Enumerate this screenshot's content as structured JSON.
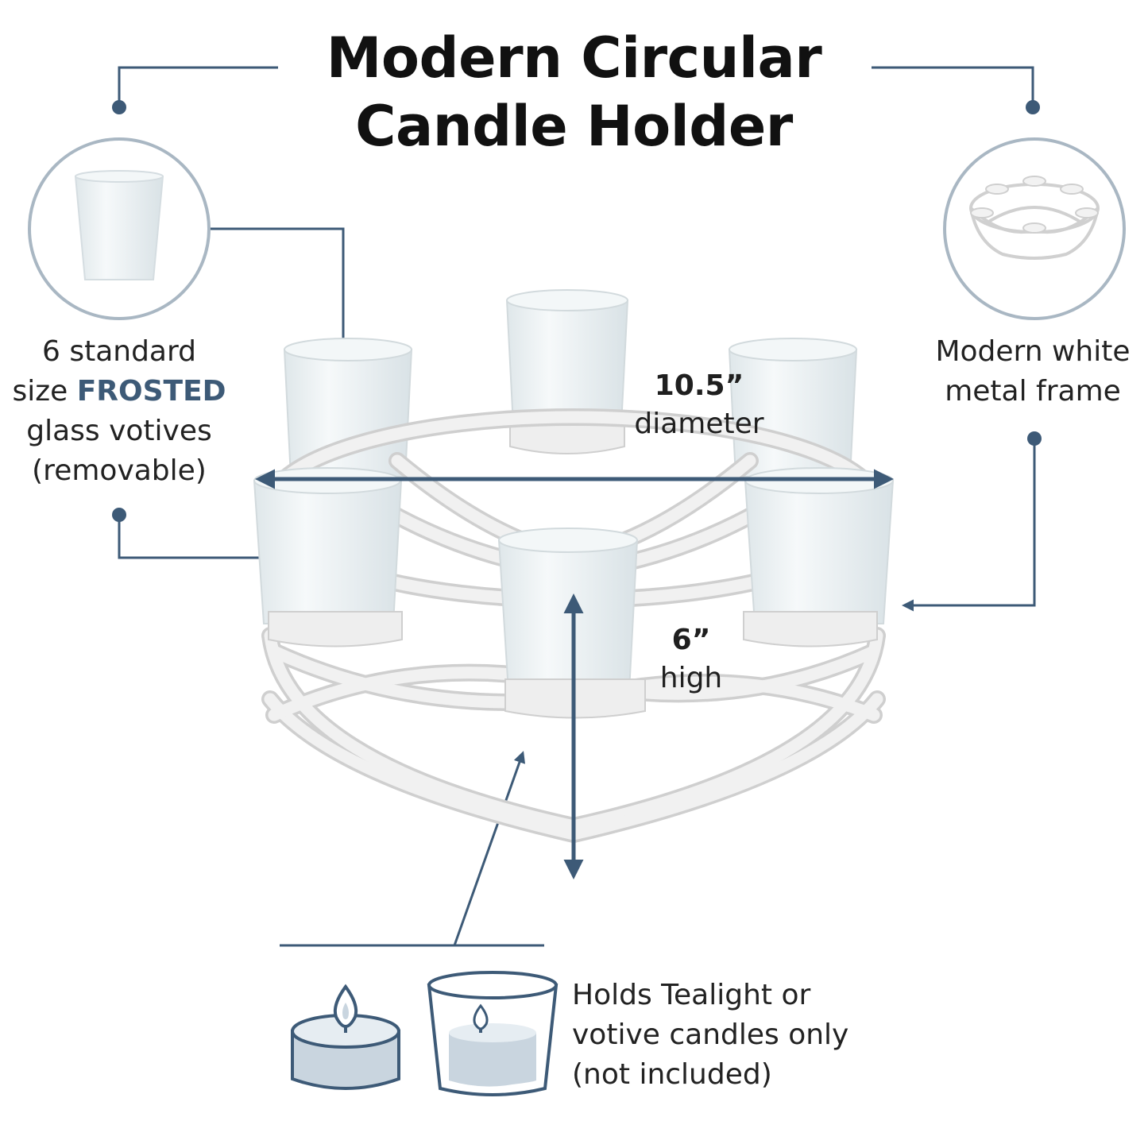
{
  "title": {
    "line1": "Modern Circular",
    "line2": "Candle Holder"
  },
  "callouts": {
    "votives": {
      "line1": "6 standard",
      "line2_prefix": "size ",
      "line2_emphasis": "FROSTED",
      "line3": "glass votives",
      "line4": "(removable)"
    },
    "frame": {
      "line1": "Modern white",
      "line2": "metal frame"
    },
    "candles": {
      "line1": "Holds Tealight or",
      "line2": "votive candles only",
      "line3": "(not included)"
    }
  },
  "dimensions": {
    "diameter": {
      "value": "10.5”",
      "label": "diameter"
    },
    "height": {
      "value": "6”",
      "label": "high"
    }
  },
  "colors": {
    "accent": "#3d5a77",
    "circle_ring": "#a9b7c3",
    "frame": "#eeeeee",
    "frame_edge": "#cfcfcf",
    "glass": "#e9eff1",
    "candle_fill": "#c9d5df"
  },
  "icons": [
    "frosted-votive-icon",
    "frame-thumbnail-icon",
    "tealight-icon",
    "votive-candle-icon"
  ]
}
